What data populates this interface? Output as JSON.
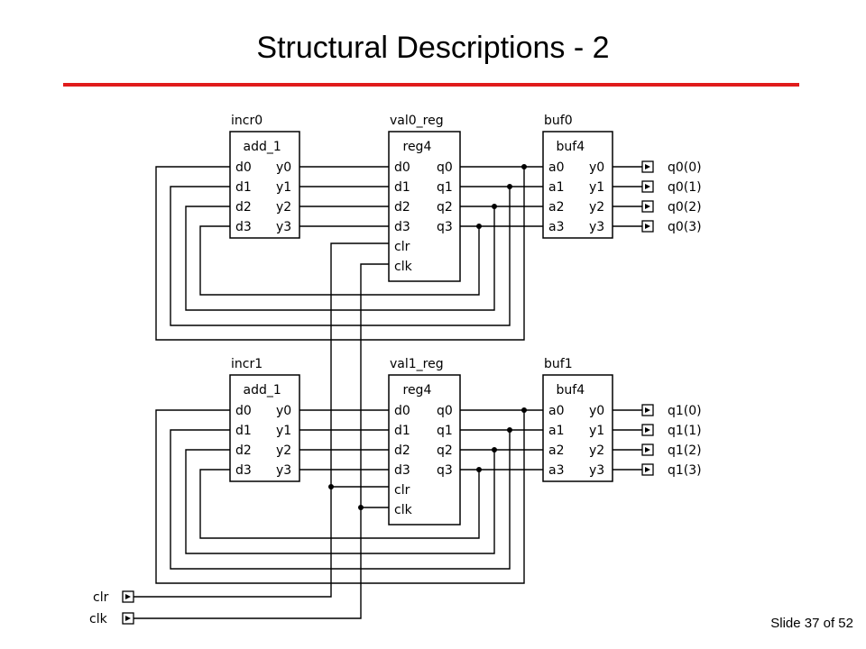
{
  "slide": {
    "title": "Structural Descriptions - 2",
    "number": "Slide 37 of 52",
    "rule_color": "#e01b1b"
  },
  "diagram": {
    "wire_color": "#000000",
    "stages": [
      {
        "adder": {
          "instance": "incr0",
          "entity": "add_1",
          "inputs": [
            "d0",
            "d1",
            "d2",
            "d3"
          ],
          "outputs": [
            "y0",
            "y1",
            "y2",
            "y3"
          ]
        },
        "register": {
          "instance": "val0_reg",
          "entity": "reg4",
          "inputs": [
            "d0",
            "d1",
            "d2",
            "d3"
          ],
          "outputs": [
            "q0",
            "q1",
            "q2",
            "q3"
          ],
          "controls": [
            "clr",
            "clk"
          ]
        },
        "buffer": {
          "instance": "buf0",
          "entity": "buf4",
          "inputs": [
            "a0",
            "a1",
            "a2",
            "a3"
          ],
          "outputs": [
            "y0",
            "y1",
            "y2",
            "y3"
          ]
        },
        "ports": [
          "q0(0)",
          "q0(1)",
          "q0(2)",
          "q0(3)"
        ]
      },
      {
        "adder": {
          "instance": "incr1",
          "entity": "add_1",
          "inputs": [
            "d0",
            "d1",
            "d2",
            "d3"
          ],
          "outputs": [
            "y0",
            "y1",
            "y2",
            "y3"
          ]
        },
        "register": {
          "instance": "val1_reg",
          "entity": "reg4",
          "inputs": [
            "d0",
            "d1",
            "d2",
            "d3"
          ],
          "outputs": [
            "q0",
            "q1",
            "q2",
            "q3"
          ],
          "controls": [
            "clr",
            "clk"
          ]
        },
        "buffer": {
          "instance": "buf1",
          "entity": "buf4",
          "inputs": [
            "a0",
            "a1",
            "a2",
            "a3"
          ],
          "outputs": [
            "y0",
            "y1",
            "y2",
            "y3"
          ]
        },
        "ports": [
          "q1(0)",
          "q1(1)",
          "q1(2)",
          "q1(3)"
        ]
      }
    ],
    "global_inputs": [
      "clr",
      "clk"
    ]
  }
}
